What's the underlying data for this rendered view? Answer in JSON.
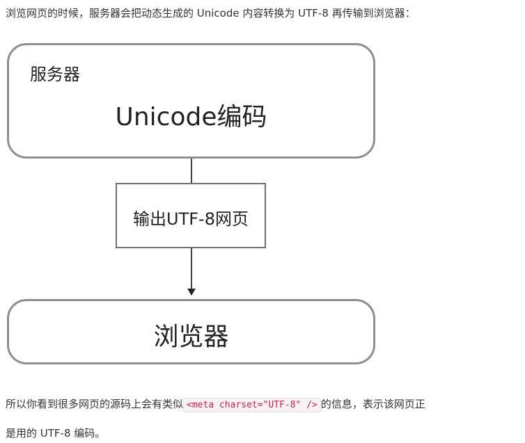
{
  "intro": "浏览网页的时候，服务器会把动态生成的 Unicode 内容转换为 UTF-8 再传输到浏览器：",
  "diagram": {
    "server_title": "服务器",
    "server_encoding": "Unicode编码",
    "output_label": "输出UTF-8网页",
    "browser_label": "浏览器"
  },
  "after": {
    "prefix": "所以你看到很多网页的源码上会有类似",
    "code": "<meta charset=\"UTF-8\" />",
    "suffix": "的信息，表示该网页正",
    "line2": "是用的 UTF-8 编码。"
  }
}
